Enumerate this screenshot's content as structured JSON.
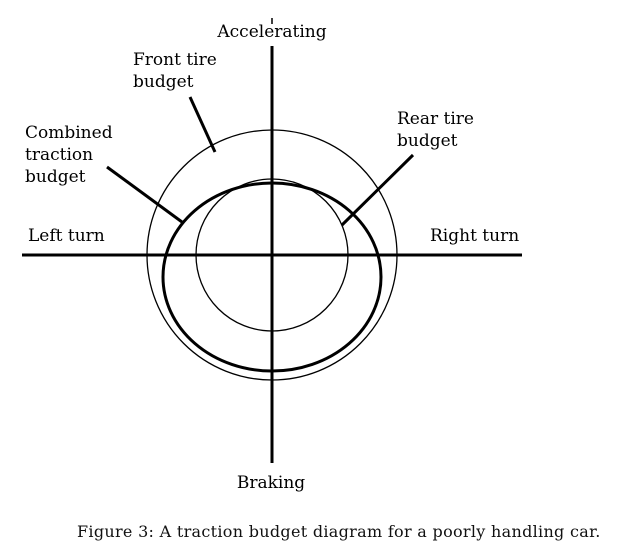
{
  "axes": {
    "top": "Accelerating",
    "bottom": "Braking",
    "left": "Left turn",
    "right": "Right turn"
  },
  "budgets": {
    "front_line1": "Front tire",
    "front_line2": "budget",
    "rear_line1": "Rear tire",
    "rear_line2": "budget",
    "combined_line1": "Combined",
    "combined_line2": "traction",
    "combined_line3": "budget"
  },
  "caption": "Figure 3: A traction budget diagram for a poorly handling car.",
  "colors": {
    "ink": "#000000",
    "background": "#ffffff"
  }
}
